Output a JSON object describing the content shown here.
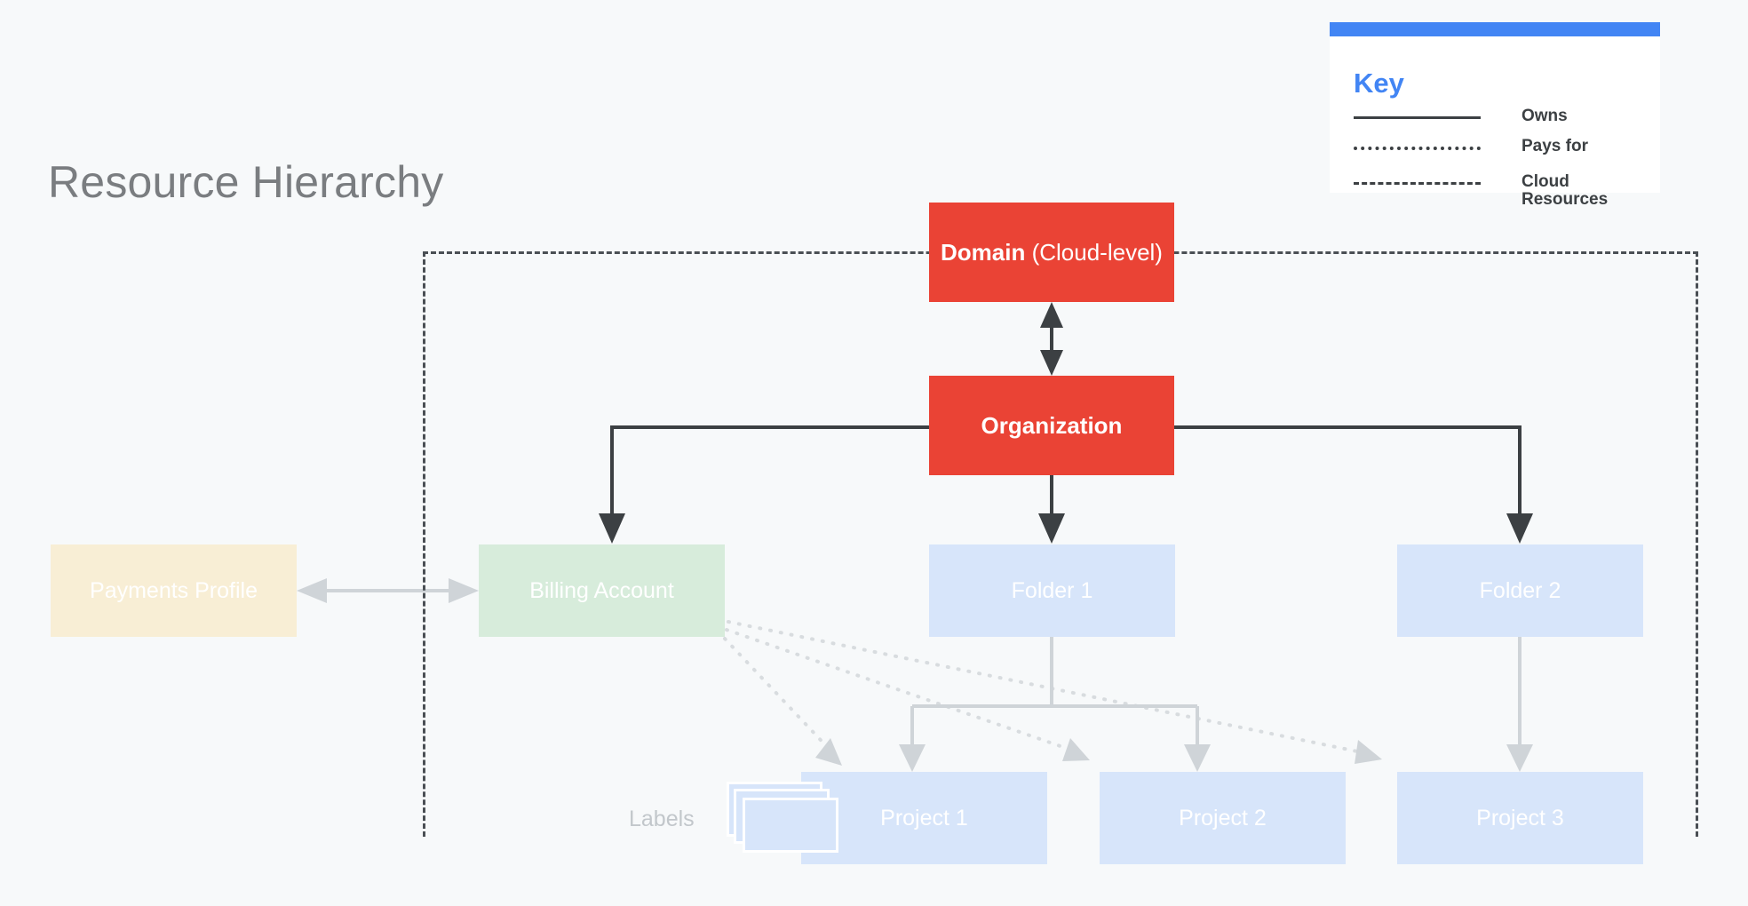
{
  "page": {
    "title": "Resource Hierarchy",
    "background": "#f7f9fa"
  },
  "legend": {
    "title": "Key",
    "accent_color": "#4285f4",
    "rows": [
      {
        "style": "solid",
        "label": "Owns"
      },
      {
        "style": "dotted",
        "label": "Pays for"
      },
      {
        "style": "dashed",
        "label": "Cloud\nResources"
      }
    ]
  },
  "diagram": {
    "boundary_label": "Cloud Resources",
    "nodes": {
      "domain": {
        "label_bold": "Domain",
        "label_rest": " (Cloud-level)",
        "color": "#ea4335"
      },
      "organization": {
        "label": "Organization",
        "color": "#ea4335"
      },
      "payments": {
        "label": "Payments Profile",
        "color": "#f8eed5"
      },
      "billing": {
        "label": "Billing Account",
        "color": "#d7ecdb"
      },
      "folder1": {
        "label": "Folder 1",
        "color": "#d7e5fa"
      },
      "folder2": {
        "label": "Folder 2",
        "color": "#d7e5fa"
      },
      "project1": {
        "label": "Project 1",
        "color": "#d7e5fa"
      },
      "project2": {
        "label": "Project 2",
        "color": "#d7e5fa"
      },
      "project3": {
        "label": "Project 3",
        "color": "#d7e5fa"
      }
    },
    "labels_group": {
      "label": "Labels",
      "card_count": 3
    },
    "edges": [
      {
        "from": "domain",
        "to": "organization",
        "type": "owns",
        "bidirectional": true
      },
      {
        "from": "organization",
        "to": "billing",
        "type": "owns"
      },
      {
        "from": "organization",
        "to": "folder1",
        "type": "owns"
      },
      {
        "from": "organization",
        "to": "folder2",
        "type": "owns"
      },
      {
        "from": "payments",
        "to": "billing",
        "type": "pays-for",
        "bidirectional": true
      },
      {
        "from": "billing",
        "to": "project1",
        "type": "pays-for"
      },
      {
        "from": "billing",
        "to": "project2",
        "type": "pays-for"
      },
      {
        "from": "billing",
        "to": "project3",
        "type": "pays-for"
      },
      {
        "from": "folder1",
        "to": "project1",
        "type": "owns"
      },
      {
        "from": "folder1",
        "to": "project2",
        "type": "owns"
      },
      {
        "from": "folder2",
        "to": "project3",
        "type": "owns"
      }
    ]
  }
}
